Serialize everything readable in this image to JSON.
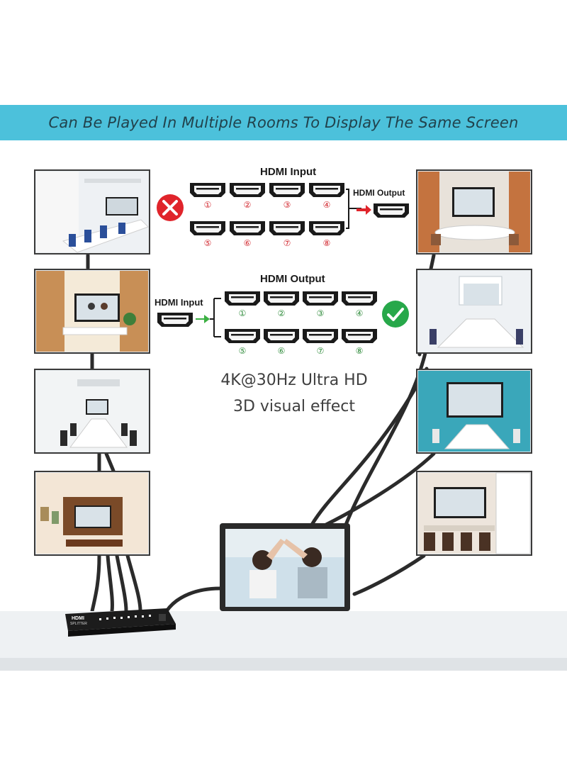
{
  "banner": {
    "text": "Can Be Played In Multiple Rooms To Display The Same Screen"
  },
  "wrong_diagram": {
    "title": "HDMI Input",
    "output_label": "HDMI Output",
    "ports": [
      "①",
      "②",
      "③",
      "④",
      "⑤",
      "⑥",
      "⑦",
      "⑧"
    ],
    "status_icon": "x-circle-icon",
    "status_color": "#e0242b"
  },
  "correct_diagram": {
    "title": "HDMI Output",
    "input_label": "HDMI Input",
    "ports": [
      "①",
      "②",
      "③",
      "④",
      "⑤",
      "⑥",
      "⑦",
      "⑧"
    ],
    "status_icon": "check-circle-icon",
    "status_color": "#27a84a"
  },
  "spec": {
    "line1": "4K@30Hz Ultra HD",
    "line2": "3D visual effect"
  },
  "device": {
    "label_top": "HDMI",
    "label_bottom": "SPLITTER"
  },
  "colors": {
    "banner": "#4cc1db",
    "wrong_port_num": "#d2272e",
    "correct_port_num": "#2e8b3a",
    "arrow_red": "#e0242b",
    "arrow_green": "#3cb043"
  }
}
